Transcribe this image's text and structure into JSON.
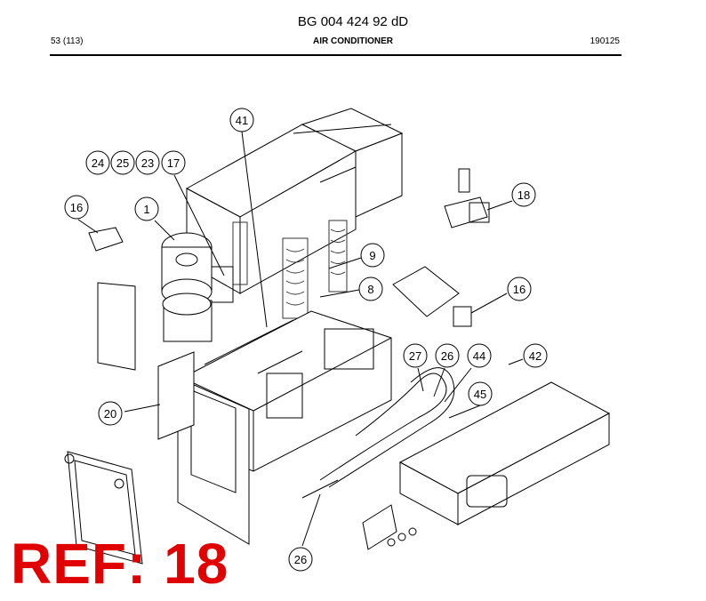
{
  "document": {
    "code": "BG 004 424 92 dD",
    "page": "53 (113)",
    "section": "AIR CONDITIONER",
    "date": "190125"
  },
  "callouts": [
    {
      "id": "c41",
      "label": "41"
    },
    {
      "id": "c24",
      "label": "24"
    },
    {
      "id": "c25",
      "label": "25"
    },
    {
      "id": "c23",
      "label": "23"
    },
    {
      "id": "c17",
      "label": "17"
    },
    {
      "id": "c16a",
      "label": "16"
    },
    {
      "id": "c1",
      "label": "1"
    },
    {
      "id": "c18",
      "label": "18"
    },
    {
      "id": "c9",
      "label": "9"
    },
    {
      "id": "c8",
      "label": "8"
    },
    {
      "id": "c16b",
      "label": "16"
    },
    {
      "id": "c27",
      "label": "27"
    },
    {
      "id": "c26a",
      "label": "26"
    },
    {
      "id": "c44",
      "label": "44"
    },
    {
      "id": "c42",
      "label": "42"
    },
    {
      "id": "c45",
      "label": "45"
    },
    {
      "id": "c20",
      "label": "20"
    },
    {
      "id": "c26b",
      "label": "26"
    }
  ],
  "stamp": {
    "text": "REF: 18",
    "color": "#e00000"
  }
}
